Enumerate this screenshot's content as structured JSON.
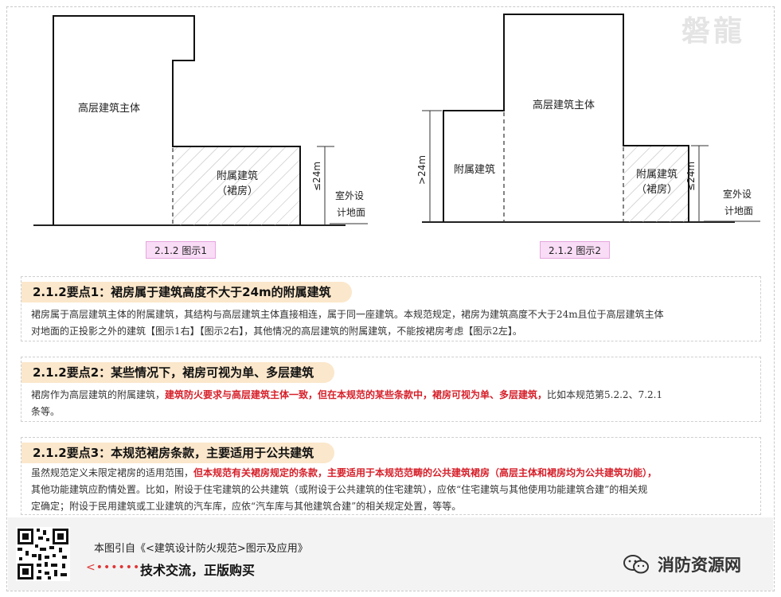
{
  "watermark": "磐龍",
  "figure1": {
    "main_label": "高层建筑主体",
    "podium_label_1": "附属建筑",
    "podium_label_2": "（裙房）",
    "height_label": "≤24m",
    "ground_label_1": "室外设",
    "ground_label_2": "计地面",
    "caption": "2.1.2 图示1"
  },
  "figure2": {
    "main_label": "高层建筑主体",
    "left_label": "附属建筑",
    "left_height_label": ">24m",
    "podium_label_1": "附属建筑",
    "podium_label_2": "（裙房）",
    "height_label": "≤24m",
    "ground_label_1": "室外设",
    "ground_label_2": "计地面",
    "caption": "2.1.2 图示2"
  },
  "points": [
    {
      "title": "2.1.2要点1：裙房属于建筑高度不大于24m的附属建筑",
      "line1": "裙房属于高层建筑主体的附属建筑，其结构与高层建筑主体直接相连，属于同一座建筑。本规范规定，裙房为建筑高度不大于24m且位于高层建筑主体",
      "line2": "对地面的正投影之外的建筑【图示1右】【图示2右】，其他情况的高层建筑的附属建筑，不能按裙房考虑【图示2左】。"
    },
    {
      "title": "2.1.2要点2：某些情况下，裙房可视为单、多层建筑",
      "pre": "裙房作为高层建筑的附属建筑，",
      "red": "建筑防火要求与高层建筑主体一致，但在本规范的某些条款中，裙房可视为单、多层建筑，",
      "post": "比如本规范第5.2.2、7.2.1",
      "line2": "条等。"
    },
    {
      "title": "2.1.2要点3：本规范裙房条款，主要适用于公共建筑",
      "pre": "虽然规范定义未限定裙房的适用范围，",
      "red": "但本规范有关裙房规定的条款，主要适用于本规范范畴的公共建筑裙房（高层主体和裙房均为公共建筑功能），",
      "line2": "其他功能建筑应酌情处置。比如，附设于住宅建筑的公共建筑（或附设于公共建筑的住宅建筑），应依“住宅建筑与其他使用功能建筑合建”的相关规",
      "line3": "定确定；附设于民用建筑或工业建筑的汽车库，应依“汽车库与其他建筑合建”的相关规定处置，等等。"
    }
  ],
  "footer": {
    "reference": "本图引自《<建筑设计防火规范>图示及应用》",
    "dots": "<••••••",
    "slogan": "技术交流，正版购买",
    "brand": "消防资源网"
  }
}
